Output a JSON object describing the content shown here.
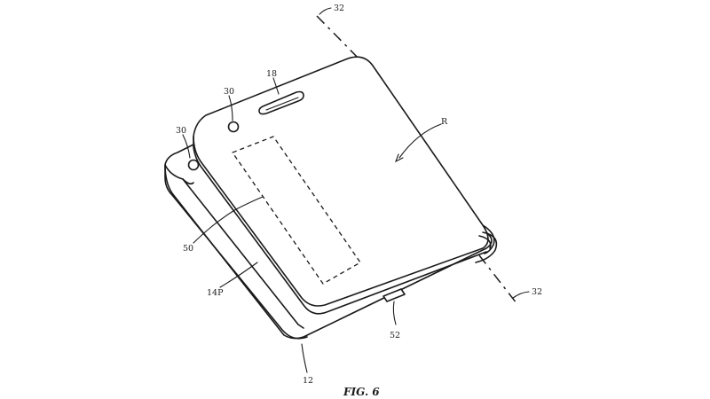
{
  "figure": {
    "caption": "FIG. 6",
    "labels": {
      "axis_top": "32",
      "axis_bottom": "32",
      "sensor": "18",
      "camera_top": "30",
      "camera_left": "30",
      "region": "R",
      "display_area": "50",
      "lower_panel": "14P",
      "button": "52",
      "device": "12"
    }
  }
}
